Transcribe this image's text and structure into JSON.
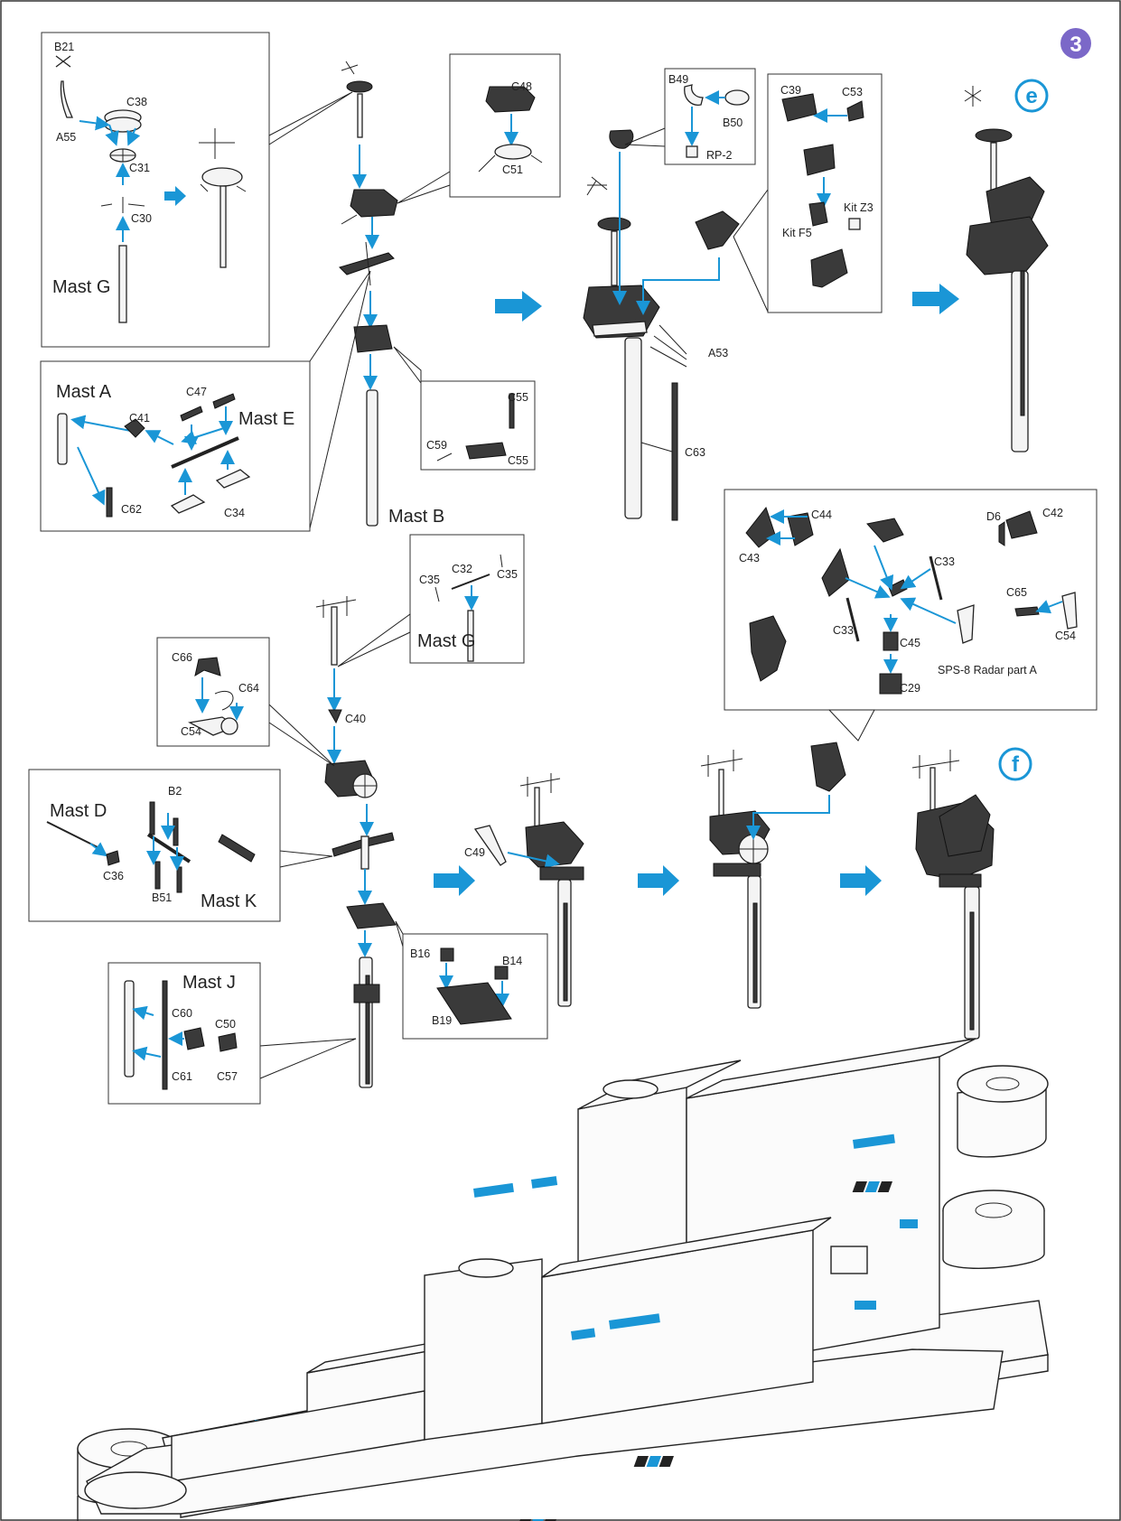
{
  "step_number": "3",
  "sub_steps": [
    "e",
    "f"
  ],
  "colors": {
    "accent_blue": "#1a96d6",
    "step_badge_purple": "#7b68c8",
    "line": "#222222"
  },
  "labels": {
    "B21": "B21",
    "A55": "A55",
    "C38": "C38",
    "C31": "C31",
    "C30": "C30",
    "mast_g": "Mast G",
    "C48": "C48",
    "C51": "C51",
    "mast_a": "Mast A",
    "C47": "C47",
    "C41": "C41",
    "mast_e": "Mast E",
    "C62": "C62",
    "C34": "C34",
    "C55a": "C55",
    "C59": "C59",
    "C55b": "C55",
    "mast_b": "Mast B",
    "B49": "B49",
    "B50": "B50",
    "RP2": "RP-2",
    "C39": "C39",
    "C53": "C53",
    "kit_z3": "Kit Z3",
    "kit_f5": "Kit F5",
    "A53": "A53",
    "C63": "C63",
    "C44": "C44",
    "C43": "C43",
    "D6": "D6",
    "C42": "C42",
    "C33a": "C33",
    "C65": "C65",
    "C54a": "C54",
    "C33b": "C33",
    "C45": "C45",
    "sps8": "SPS-8 Radar part A",
    "C29": "C29",
    "C35a": "C35",
    "C32": "C32",
    "C35b": "C35",
    "mast_g2": "Mast G",
    "C66": "C66",
    "C64": "C64",
    "C54b": "C54",
    "C40": "C40",
    "mast_d": "Mast D",
    "B2": "B2",
    "C36": "C36",
    "B51": "B51",
    "mast_k": "Mast K",
    "B16": "B16",
    "B14": "B14",
    "B19": "B19",
    "mast_j": "Mast J",
    "C60": "C60",
    "C50": "C50",
    "C61": "C61",
    "C57": "C57",
    "C49": "C49"
  }
}
